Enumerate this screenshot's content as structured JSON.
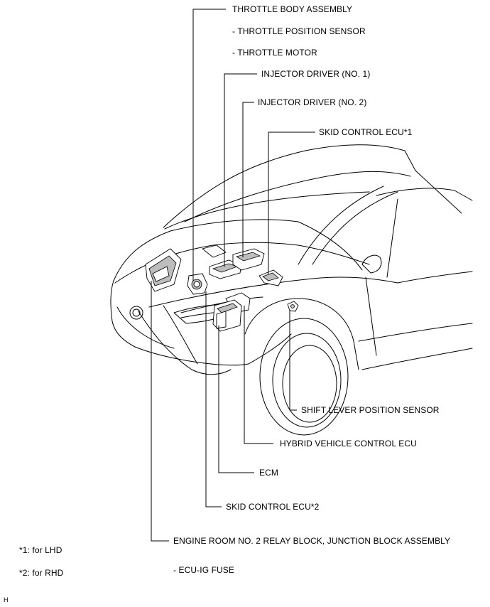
{
  "labels": {
    "throttle_body": "THROTTLE BODY ASSEMBLY",
    "throttle_position": "- THROTTLE POSITION SENSOR",
    "throttle_motor": "- THROTTLE MOTOR",
    "injector_driver_1": "INJECTOR DRIVER (NO. 1)",
    "injector_driver_2": "INJECTOR DRIVER (NO. 2)",
    "skid_control_ecu_1": "SKID CONTROL ECU*1",
    "shift_lever_sensor": "SHIFT LEVER POSITION SENSOR",
    "hybrid_vehicle_ecu": "HYBRID VEHICLE CONTROL ECU",
    "ecm": "ECM",
    "skid_control_ecu_2": "SKID CONTROL ECU*2",
    "engine_room_relay": "ENGINE ROOM NO. 2 RELAY BLOCK, JUNCTION BLOCK ASSEMBLY",
    "ecu_ig_fuse": "- ECU-IG FUSE"
  },
  "notes": {
    "note_1": "*1: for LHD",
    "note_2": "*2: for RHD"
  },
  "corner_mark": "H"
}
